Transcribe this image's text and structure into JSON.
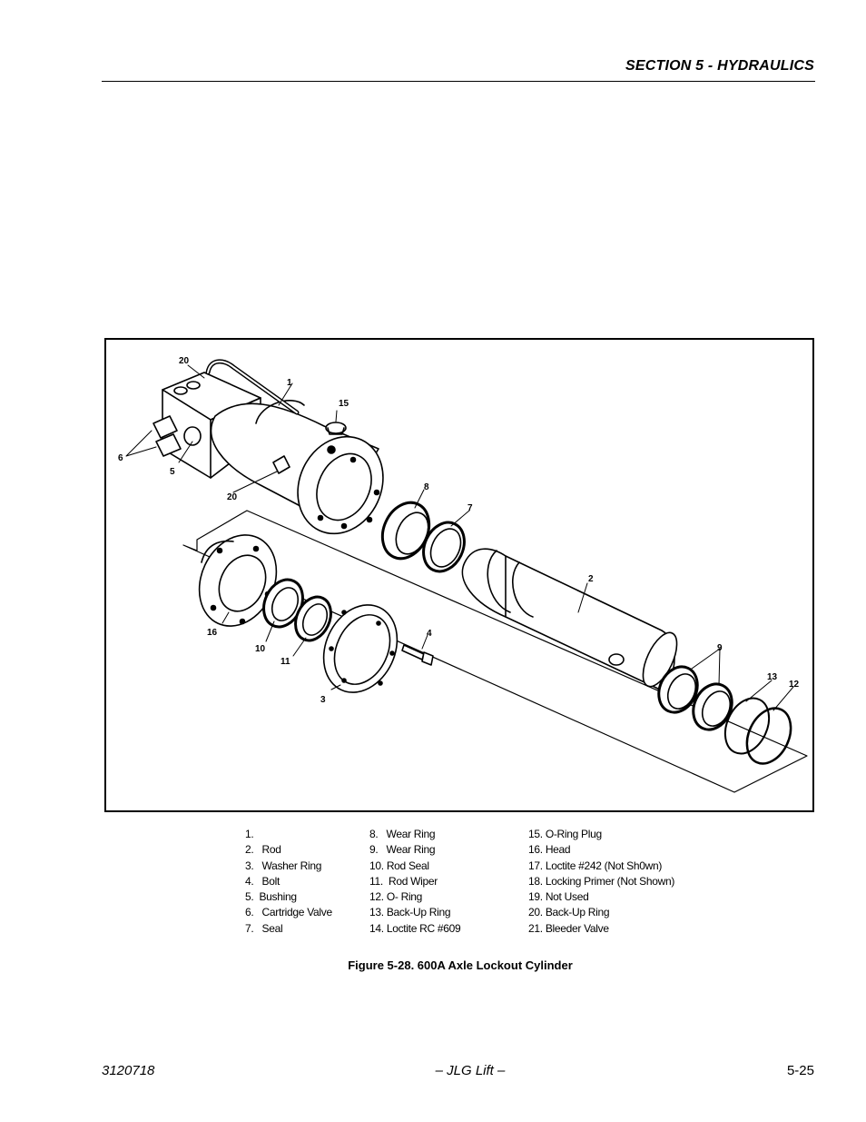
{
  "header": {
    "section_title": "SECTION 5 - HYDRAULICS"
  },
  "figure": {
    "callouts": {
      "c20a": "20",
      "c1": "1",
      "c15": "15",
      "c6": "6",
      "c5": "5",
      "c20b": "20",
      "c8": "8",
      "c7": "7",
      "c2": "2",
      "c16": "16",
      "c10": "10",
      "c11": "11",
      "c4": "4",
      "c3": "3",
      "c9": "9",
      "c13": "13",
      "c12": "12"
    },
    "caption": "Figure 5-28.  600A Axle Lockout Cylinder"
  },
  "legend": {
    "col1": [
      "1.",
      "2.   Rod",
      "3.   Washer Ring",
      "4.   Bolt",
      "5.  Bushing",
      "6.   Cartridge Valve",
      "7.   Seal"
    ],
    "col2": [
      "8.   Wear Ring",
      "9.   Wear Ring",
      "10. Rod Seal",
      "11.  Rod Wiper",
      "12. O- Ring",
      "13. Back-Up Ring",
      "14. Loctite RC #609"
    ],
    "col3": [
      "15. O-Ring Plug",
      "16. Head",
      "17. Loctite #242 (Not Sh0wn)",
      "18. Locking Primer (Not Shown)",
      "19. Not Used",
      "20. Back-Up Ring",
      "21. Bleeder Valve"
    ]
  },
  "footer": {
    "doc_number": "3120718",
    "brand": "– JLG Lift –",
    "page_number": "5-25"
  }
}
